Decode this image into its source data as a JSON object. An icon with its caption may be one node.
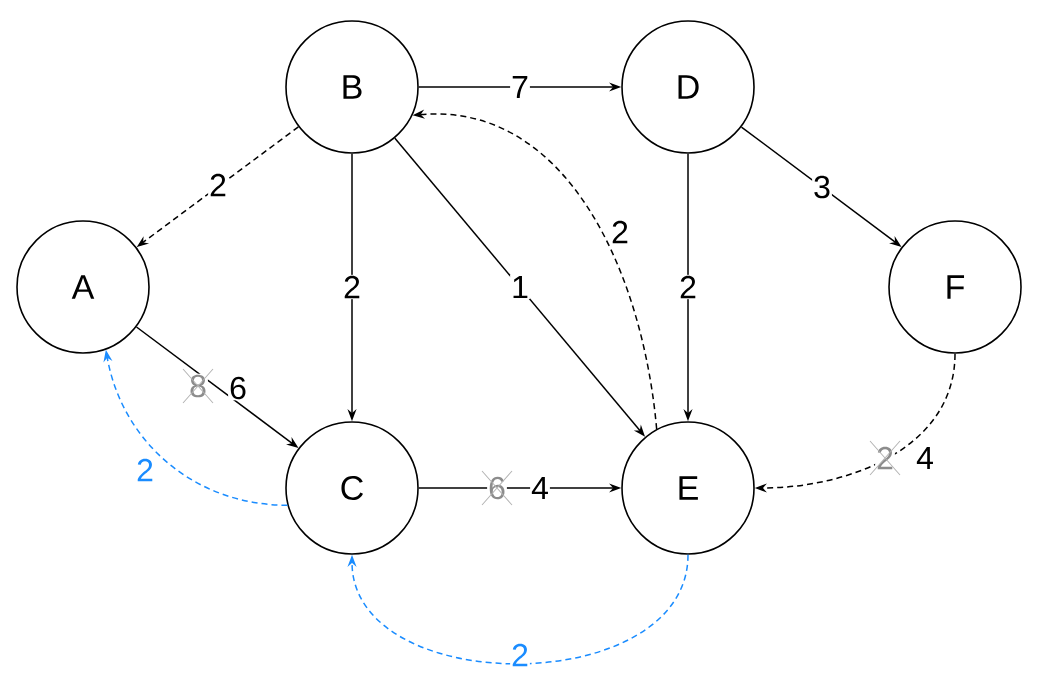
{
  "diagram": {
    "nodes": [
      {
        "text": [
          "A"
        ]
      },
      {
        "text": [
          "B"
        ]
      },
      {
        "text": [
          "C"
        ]
      },
      {
        "text": [
          "D"
        ]
      },
      {
        "text": [
          "E"
        ]
      },
      {
        "text": [
          "F"
        ]
      }
    ],
    "edges": [
      {
        "from": 1,
        "to": 3,
        "arrow": "to",
        "label": "7"
      },
      {
        "from": 1,
        "to": 0,
        "arrow": "to",
        "label": "2",
        "style": "dashed"
      },
      {
        "from": 1,
        "to": 2,
        "arrow": "to",
        "label": "2"
      },
      {
        "from": 1,
        "to": 4,
        "arrow": "to",
        "label": "1"
      },
      {
        "from": 4,
        "to": 1,
        "arrow": "to",
        "label": "2",
        "style": "dashed"
      },
      {
        "from": 3,
        "to": 4,
        "arrow": "to",
        "label": "2"
      },
      {
        "from": 3,
        "to": 5,
        "arrow": "to",
        "label": "3"
      },
      {
        "from": 0,
        "to": 2,
        "arrow": "to",
        "label": "6"
      },
      {
        "from": 2,
        "to": 0,
        "arrow": "to",
        "label": "2",
        "style": "dashed",
        "color": "#1a8cff"
      },
      {
        "from": 2,
        "to": 4,
        "arrow": "to",
        "label": "4"
      },
      {
        "from": 5,
        "to": 4,
        "arrow": "to",
        "label": "4",
        "style": "dashed"
      },
      {
        "from": 4,
        "to": 2,
        "arrow": "to",
        "label": "2",
        "style": "dashed",
        "color": "#1a8cff"
      }
    ],
    "labels": [
      "8",
      "6",
      "2"
    ]
  }
}
